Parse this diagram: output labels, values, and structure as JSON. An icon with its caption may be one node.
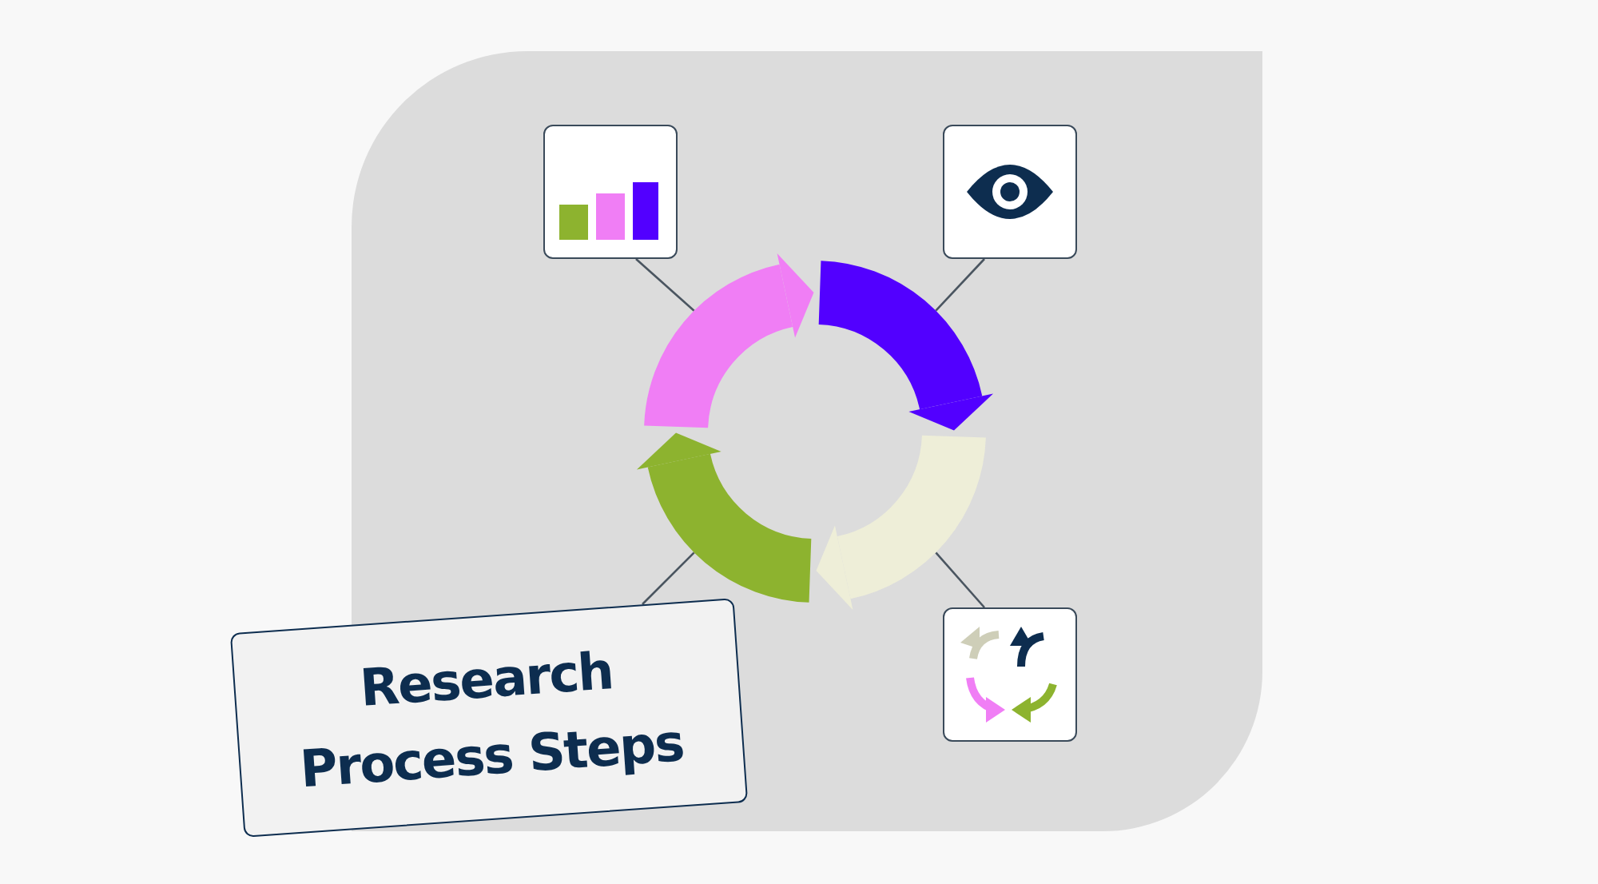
{
  "diagram": {
    "nodes": [
      {
        "text": [],
        "shape": "picture"
      },
      {
        "text": [],
        "shape": "picture"
      },
      {
        "text": [],
        "shape": "arrow"
      },
      {
        "text": [],
        "shape": "arrow"
      },
      {
        "text": [],
        "shape": "arrow"
      },
      {
        "text": [],
        "shape": "arrow"
      },
      {
        "text": [],
        "shape": "picture"
      },
      {
        "text": [
          "Research Process Steps"
        ]
      }
    ],
    "edges": [
      {
        "from": 0,
        "to": 2,
        "arrow": "none"
      },
      {
        "from": 1,
        "to": 3,
        "arrow": "none"
      },
      {
        "from": 6,
        "to": 5,
        "arrow": "none"
      },
      {
        "from": 7,
        "to": 4,
        "arrow": "none"
      }
    ]
  }
}
